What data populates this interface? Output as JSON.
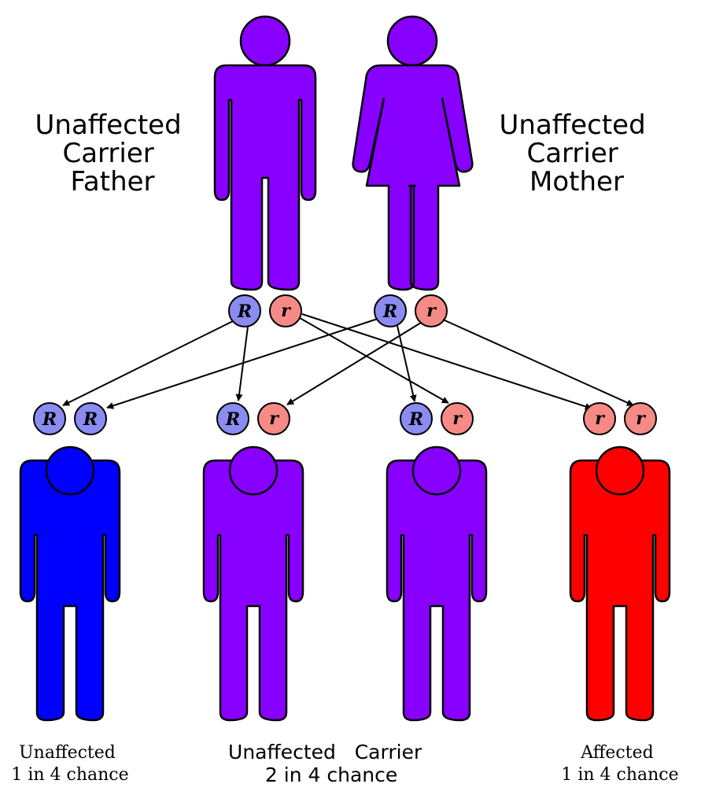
{
  "parents": {
    "father": {
      "label_lines": [
        "Unaffected",
        "Carrier",
        "Father"
      ],
      "color": "#8800ff",
      "alleles": [
        "R",
        "r"
      ]
    },
    "mother": {
      "label_lines": [
        "Unaffected",
        "Carrier",
        "Mother"
      ],
      "color": "#8800ff",
      "alleles": [
        "R",
        "r"
      ]
    }
  },
  "children": [
    {
      "genotype": [
        "R",
        "R"
      ],
      "color": "#0000ff"
    },
    {
      "genotype": [
        "R",
        "r"
      ],
      "color": "#8800ff"
    },
    {
      "genotype": [
        "R",
        "r"
      ],
      "color": "#8800ff"
    },
    {
      "genotype": [
        "r",
        "r"
      ],
      "color": "#ff0000"
    }
  ],
  "allele_colors": {
    "dominant_fill": "#8a8cf2",
    "recessive_fill": "#f58a86",
    "outline": "#000000"
  },
  "captions": {
    "left": {
      "line1": "Unaffected",
      "line2": "1 in 4 chance"
    },
    "middle": {
      "line1": "Unaffected   Carrier",
      "line2": "2 in 4 chance"
    },
    "right": {
      "line1": "Affected",
      "line2": "1 in 4 chance"
    }
  }
}
